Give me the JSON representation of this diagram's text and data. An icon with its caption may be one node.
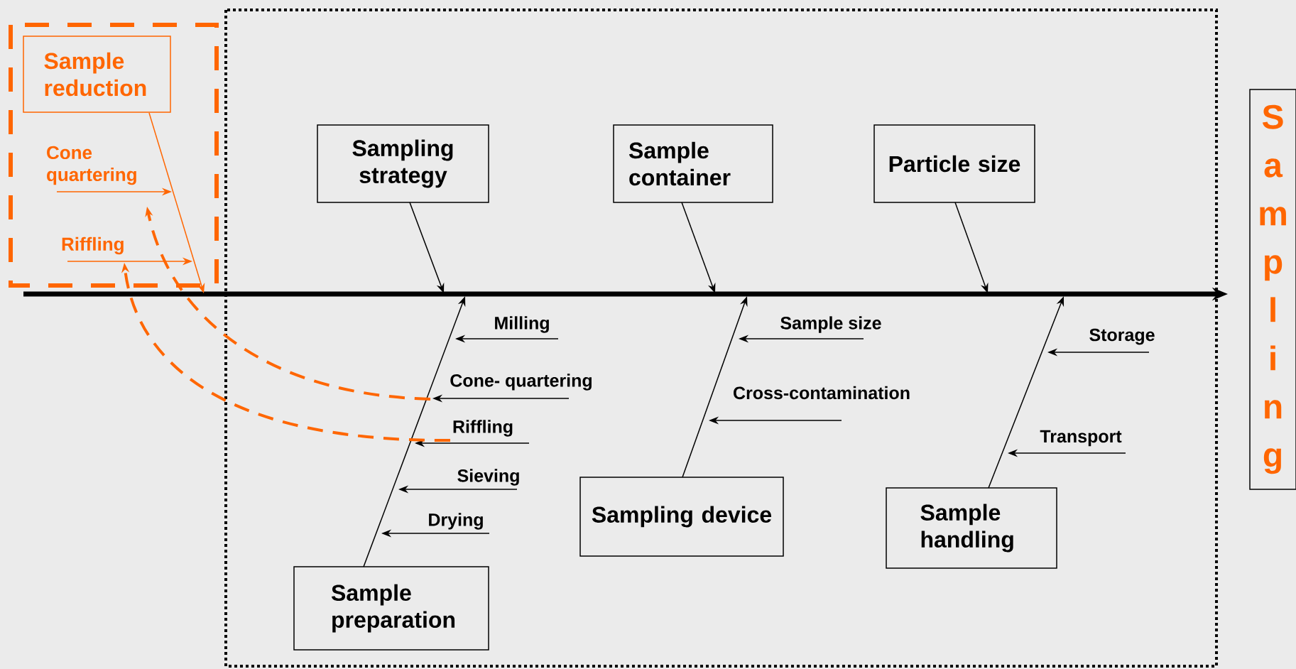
{
  "diagram": {
    "nodes": [
      {
        "text": [
          "Sample reduction"
        ]
      },
      {
        "text": [
          "Cone quartering"
        ]
      },
      {
        "text": [
          "Riffling"
        ]
      },
      {
        "text": [
          "Sampling strategy"
        ]
      },
      {
        "text": [
          "Sample container"
        ]
      },
      {
        "text": [
          "Particle size"
        ]
      },
      {
        "text": [
          "Sampling"
        ]
      },
      {
        "text": [
          "Milling"
        ]
      },
      {
        "text": [
          "Sample size"
        ]
      },
      {
        "text": [
          "Storage"
        ]
      },
      {
        "text": [
          "Cone- quartering"
        ]
      },
      {
        "text": [
          "Cross-contamination"
        ]
      },
      {
        "text": [
          "Riffling"
        ]
      },
      {
        "text": [
          "Transport"
        ]
      },
      {
        "text": [
          "Sieving"
        ]
      },
      {
        "text": [
          "Drying"
        ]
      },
      {
        "text": [
          "Sampling device"
        ]
      },
      {
        "text": [
          "Sample handling"
        ]
      },
      {
        "text": [
          "Sample preparation"
        ]
      }
    ],
    "edges": [
      {
        "from": null,
        "to": 6,
        "arrow": "to",
        "style": "thick"
      },
      {
        "from": 0,
        "to": null,
        "arrow": "to",
        "color": "#ff6600"
      },
      {
        "from": 1,
        "to": null,
        "arrow": "to",
        "color": "#ff6600"
      },
      {
        "from": 2,
        "to": null,
        "arrow": "to",
        "color": "#ff6600"
      },
      {
        "from": 3,
        "to": null,
        "arrow": "to"
      },
      {
        "from": 4,
        "to": null,
        "arrow": "to"
      },
      {
        "from": 5,
        "to": null,
        "arrow": "to"
      },
      {
        "from": 18,
        "to": null,
        "arrow": "to"
      },
      {
        "from": 16,
        "to": null,
        "arrow": "to"
      },
      {
        "from": 17,
        "to": null,
        "arrow": "to"
      },
      {
        "from": 7,
        "to": null,
        "arrow": "to"
      },
      {
        "from": 10,
        "to": null,
        "arrow": "to"
      },
      {
        "from": 12,
        "to": null,
        "arrow": "to"
      },
      {
        "from": 14,
        "to": null,
        "arrow": "to"
      },
      {
        "from": 15,
        "to": null,
        "arrow": "to"
      },
      {
        "from": 8,
        "to": null,
        "arrow": "to"
      },
      {
        "from": 11,
        "to": null,
        "arrow": "to"
      },
      {
        "from": 9,
        "to": null,
        "arrow": "to"
      },
      {
        "from": 13,
        "to": null,
        "arrow": "to"
      },
      {
        "from": 10,
        "to": 1,
        "arrow": "to",
        "style": "dashed",
        "color": "#ff6600"
      },
      {
        "from": 12,
        "to": 2,
        "arrow": "to",
        "style": "dashed",
        "color": "#ff6600"
      }
    ]
  }
}
